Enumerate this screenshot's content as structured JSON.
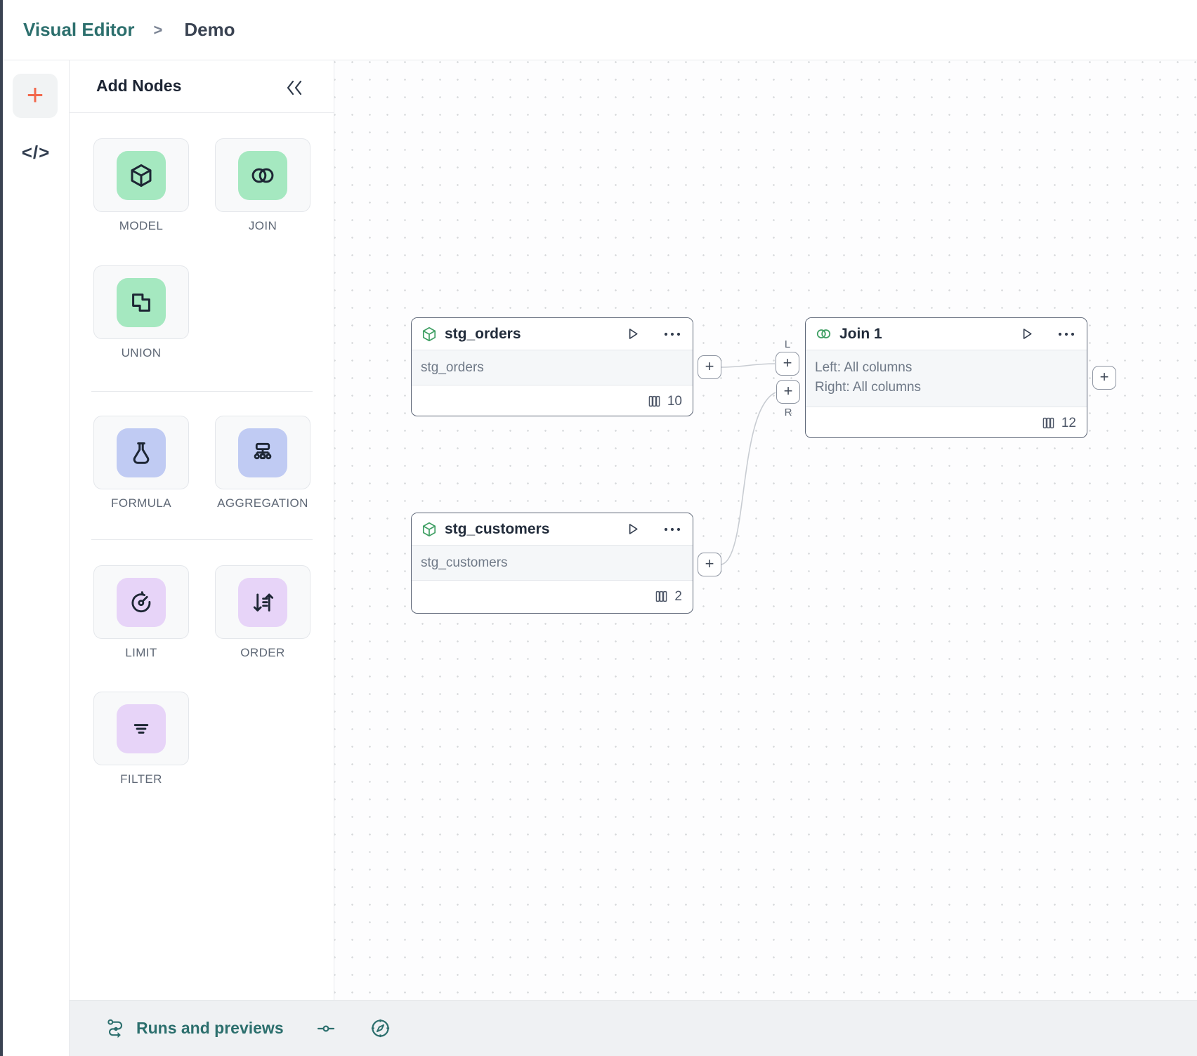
{
  "breadcrumb": {
    "section": "Visual Editor",
    "separator": ">",
    "page": "Demo"
  },
  "rail": {
    "add_label": "+",
    "code_label": "</>"
  },
  "panel": {
    "title": "Add Nodes",
    "collapse_icon": "double-chevron-left"
  },
  "palette": {
    "groups": [
      {
        "items": [
          {
            "label": "MODEL",
            "icon": "cube-icon",
            "tile_color": "green"
          },
          {
            "label": "JOIN",
            "icon": "join-circles-icon",
            "tile_color": "green"
          },
          {
            "label": "UNION",
            "icon": "union-squares-icon",
            "tile_color": "green"
          }
        ]
      },
      {
        "items": [
          {
            "label": "FORMULA",
            "icon": "flask-icon",
            "tile_color": "blue"
          },
          {
            "label": "AGGREGATION",
            "icon": "aggregation-tree-icon",
            "tile_color": "blue"
          }
        ]
      },
      {
        "items": [
          {
            "label": "LIMIT",
            "icon": "gauge-icon",
            "tile_color": "purple"
          },
          {
            "label": "ORDER",
            "icon": "sort-arrows-icon",
            "tile_color": "purple"
          },
          {
            "label": "FILTER",
            "icon": "filter-lines-icon",
            "tile_color": "purple"
          }
        ]
      }
    ]
  },
  "canvas": {
    "nodes": [
      {
        "title": "stg_orders",
        "icon": "cube-icon",
        "body_lines": [
          "stg_orders"
        ],
        "column_count": "10"
      },
      {
        "title": "Join 1",
        "icon": "join-circles-icon",
        "body_lines": [
          "Left: All columns",
          "Right: All columns"
        ],
        "column_count": "12"
      },
      {
        "title": "stg_customers",
        "icon": "cube-icon",
        "body_lines": [
          "stg_customers"
        ],
        "column_count": "2"
      }
    ],
    "port_labels": {
      "left": "L",
      "right": "R"
    },
    "port_plus": "+"
  },
  "footer": {
    "runs_label": "Runs and previews"
  },
  "colors": {
    "accent_teal": "#2c6f6d",
    "coral_plus": "#f2684c",
    "tile_green": "#a5e8c0",
    "tile_blue": "#c0cbf3",
    "tile_purple": "#e7d4f8",
    "node_border": "#5d6677",
    "edge": "#c8ccd2",
    "icon_green": "#3f9f63"
  }
}
